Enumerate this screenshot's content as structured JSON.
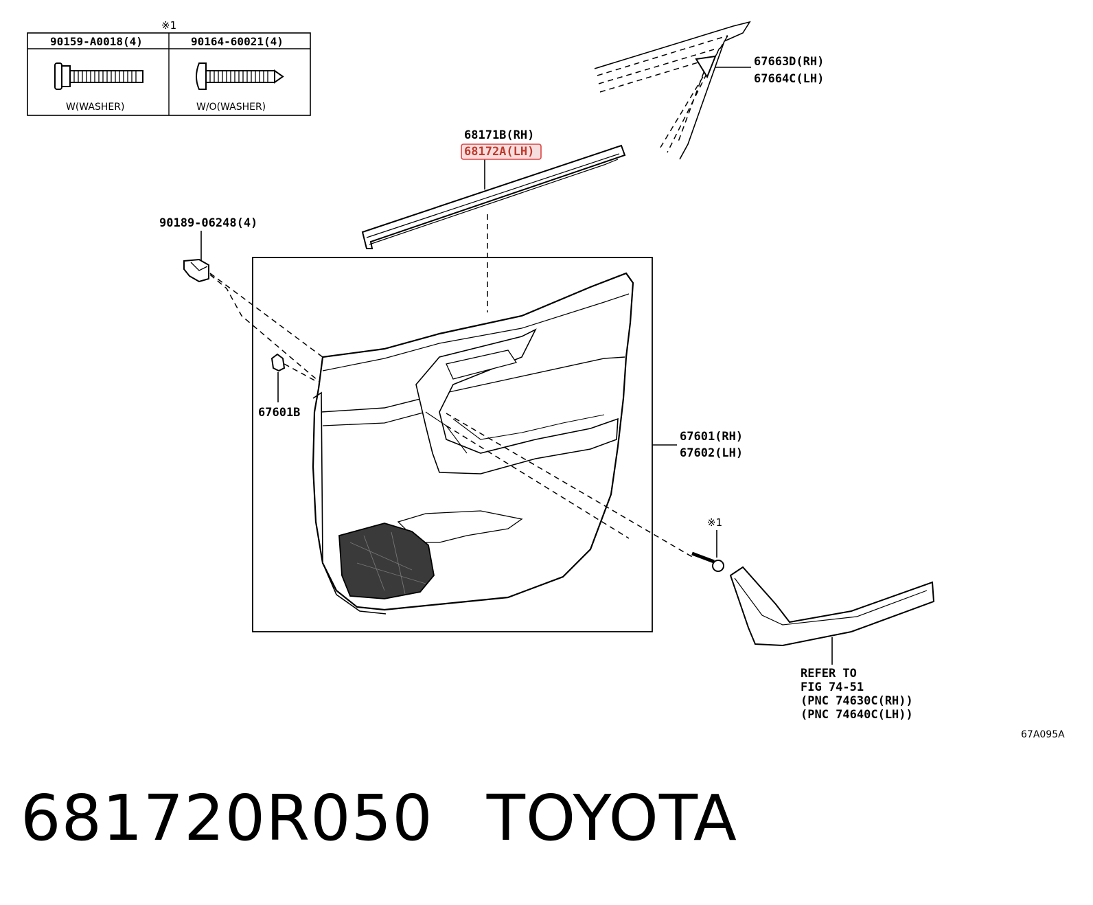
{
  "fastener_table": {
    "note_mark": "※1",
    "col1_part": "90159-A0018(4)",
    "col1_desc": "W(WASHER)",
    "col2_part": "90164-60021(4)",
    "col2_desc": "W/O(WASHER)"
  },
  "callouts": {
    "weatherstrip_rh": "67663D(RH)",
    "weatherstrip_lh": "67664C(LH)",
    "belt_rh": "68171B(RH)",
    "belt_lh": "68172A(LH)",
    "clip": "90189-06248(4)",
    "clip_small": "67601B",
    "panel_rh": "67601(RH)",
    "panel_lh": "67602(LH)",
    "screw_note": "※1",
    "refer_line1": "REFER TO",
    "refer_line2": "FIG 74-51",
    "refer_line3": "(PNC 74630C(RH))",
    "refer_line4": "(PNC 74640C(LH))"
  },
  "diagram_code": "67A095A",
  "footer": {
    "part_number": "681720R050",
    "brand": "TOYOTA"
  },
  "highlight_color": "#d44444"
}
